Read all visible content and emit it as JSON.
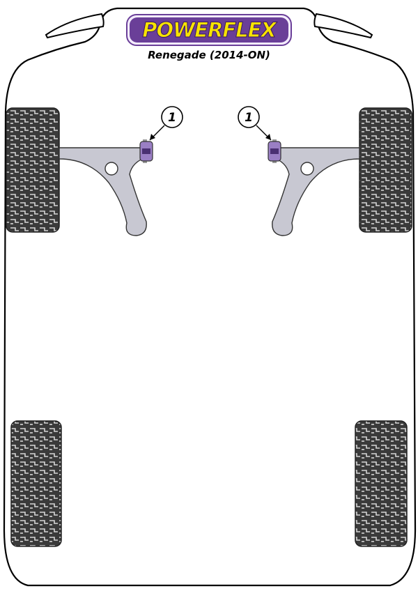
{
  "brand": {
    "logo_text": "POWERFLEX",
    "model_label": "Renegade (2014-ON)"
  },
  "callouts": [
    {
      "number": "1",
      "part": "front-left-wishbone-bush"
    },
    {
      "number": "1",
      "part": "front-right-wishbone-bush"
    }
  ],
  "colors": {
    "outline": "#000000",
    "body_fill": "#ffffff",
    "tyre_dark": "#3d3d3d",
    "tyre_tread": "#cfcfcf",
    "arm_fill": "#c8c8d0",
    "bush_fill": "#9b7fc2",
    "logo_yellow": "#f7e300",
    "logo_purple": "#6a3f98"
  }
}
